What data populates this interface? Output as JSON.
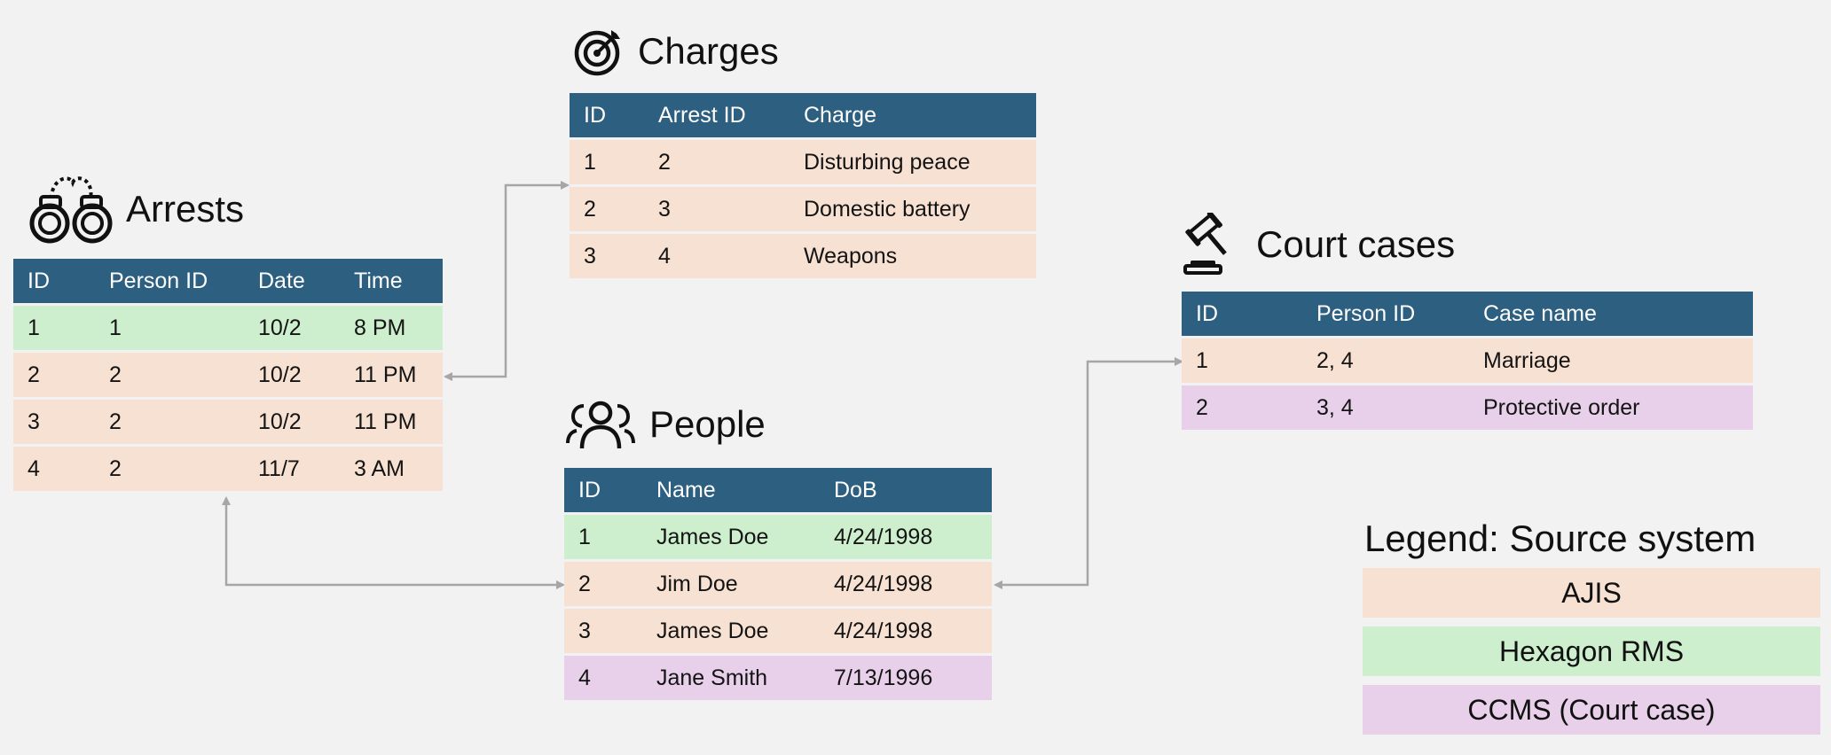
{
  "colors": {
    "header": "#2d5f80",
    "ajis": "#f7e1d2",
    "hexagon_rms": "#cdefcd",
    "ccms": "#e8d0eb",
    "connector": "#a6a6a6"
  },
  "charges": {
    "title": "Charges",
    "icon": "target-icon",
    "columns": [
      "ID",
      "Arrest ID",
      "Charge"
    ],
    "rows": [
      {
        "source": "ajis",
        "cells": [
          "1",
          "2",
          "Disturbing peace"
        ]
      },
      {
        "source": "ajis",
        "cells": [
          "2",
          "3",
          "Domestic battery"
        ]
      },
      {
        "source": "ajis",
        "cells": [
          "3",
          "4",
          "Weapons"
        ]
      }
    ]
  },
  "arrests": {
    "title": "Arrests",
    "icon": "handcuffs-icon",
    "columns": [
      "ID",
      "Person ID",
      "Date",
      "Time"
    ],
    "rows": [
      {
        "source": "hexagon",
        "cells": [
          "1",
          "1",
          "10/2",
          "8 PM"
        ]
      },
      {
        "source": "ajis",
        "cells": [
          "2",
          "2",
          "10/2",
          "11 PM"
        ]
      },
      {
        "source": "ajis",
        "cells": [
          "3",
          "2",
          "10/2",
          "11 PM"
        ]
      },
      {
        "source": "ajis",
        "cells": [
          "4",
          "2",
          "11/7",
          "3 AM"
        ]
      }
    ]
  },
  "people": {
    "title": "People",
    "icon": "people-icon",
    "columns": [
      "ID",
      "Name",
      "DoB"
    ],
    "rows": [
      {
        "source": "hexagon",
        "cells": [
          "1",
          "James Doe",
          "4/24/1998"
        ]
      },
      {
        "source": "ajis",
        "cells": [
          "2",
          "Jim Doe",
          "4/24/1998"
        ]
      },
      {
        "source": "ajis",
        "cells": [
          "3",
          "James Doe",
          "4/24/1998"
        ]
      },
      {
        "source": "ccms",
        "cells": [
          "4",
          "Jane Smith",
          "7/13/1996"
        ]
      }
    ]
  },
  "court_cases": {
    "title": "Court cases",
    "icon": "gavel-icon",
    "columns": [
      "ID",
      "Person ID",
      "Case name"
    ],
    "rows": [
      {
        "source": "ajis",
        "cells": [
          "1",
          "2, 4",
          "Marriage"
        ]
      },
      {
        "source": "ccms",
        "cells": [
          "2",
          "3, 4",
          "Protective order"
        ]
      }
    ]
  },
  "legend": {
    "title": "Legend: Source system",
    "items": [
      {
        "source": "ajis",
        "label": "AJIS"
      },
      {
        "source": "hexagon",
        "label": "Hexagon RMS"
      },
      {
        "source": "ccms",
        "label": "CCMS (Court case)"
      }
    ]
  }
}
